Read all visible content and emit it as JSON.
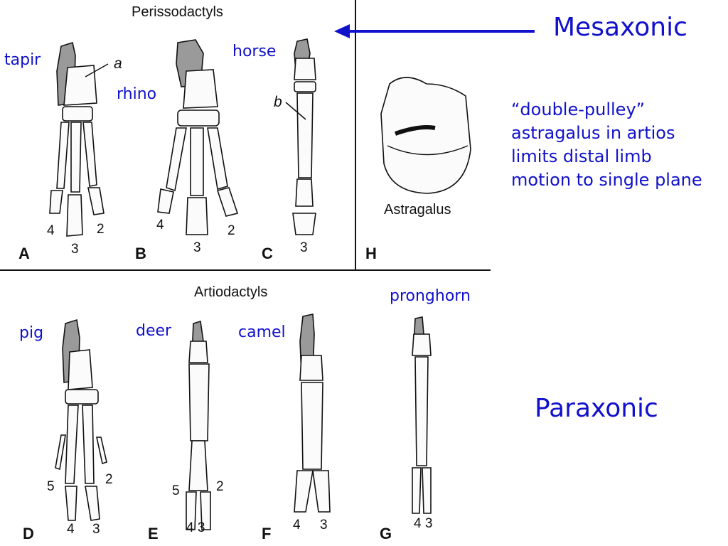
{
  "headings": {
    "perissodactyls": "Perissodactyls",
    "artiodactyls": "Artiodactyls",
    "astragalus": "Astragalus"
  },
  "callouts": {
    "mesaxonic": "Mesaxonic",
    "paraxonic": "Paraxonic",
    "note_line1": "“double-pulley”",
    "note_line2": "astragalus in artios",
    "note_line3": "limits distal limb",
    "note_line4": "motion to single plane"
  },
  "animals": {
    "tapir": "tapir",
    "rhino": "rhino",
    "horse": "horse",
    "pig": "pig",
    "deer": "deer",
    "camel": "camel",
    "pronghorn": "pronghorn"
  },
  "pointer_labels": {
    "a": "a",
    "b": "b"
  },
  "panels": {
    "A": "A",
    "B": "B",
    "C": "C",
    "H": "H",
    "D": "D",
    "E": "E",
    "F": "F",
    "G": "G"
  },
  "digits": {
    "A": [
      "4",
      "3",
      "2"
    ],
    "B": [
      "4",
      "3",
      "2"
    ],
    "C": [
      "3"
    ],
    "D": [
      "5",
      "4",
      "3",
      "2"
    ],
    "E": [
      "5",
      "4 3",
      "2"
    ],
    "F": [
      "4",
      "3"
    ],
    "G": [
      "4 3"
    ]
  },
  "colors": {
    "annotation_blue": "#1111cc",
    "shaded_bone": "#9a9a9a"
  }
}
